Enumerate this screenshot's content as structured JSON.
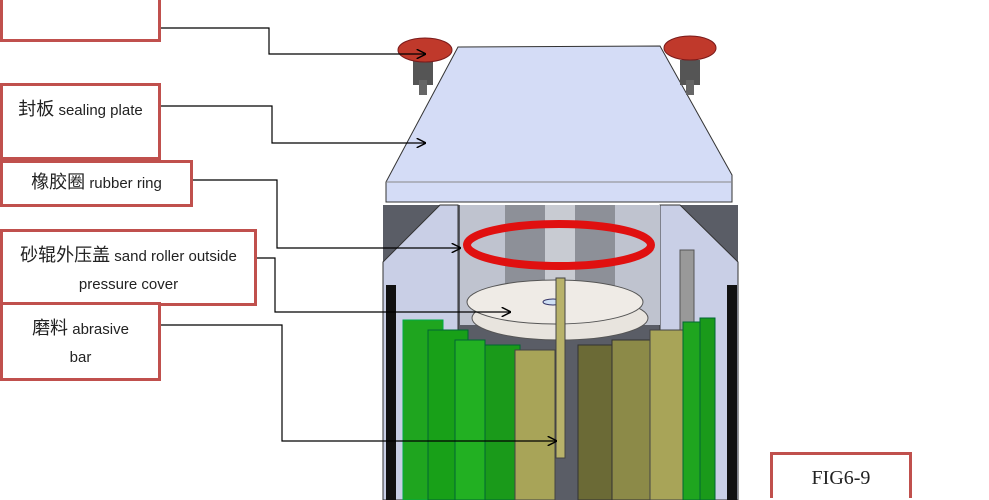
{
  "labels": [
    {
      "cn": "",
      "en": ""
    },
    {
      "cn": "封板",
      "en": "sealing plate"
    },
    {
      "cn": "橡胶圈",
      "en": "rubber ring"
    },
    {
      "cn": "砂辊外压盖",
      "en": "sand roller outside pressure cover"
    },
    {
      "cn": "磨料",
      "en": "abrasive bar"
    }
  ],
  "figure_label": "FIG6-9",
  "colors": {
    "box_border": "#c0504d",
    "plate": "#d4dcf6",
    "ring": "#e01010",
    "knob": "#c0392b",
    "bar_green": "#1fa51f",
    "bar_olive": "#a8a458"
  }
}
